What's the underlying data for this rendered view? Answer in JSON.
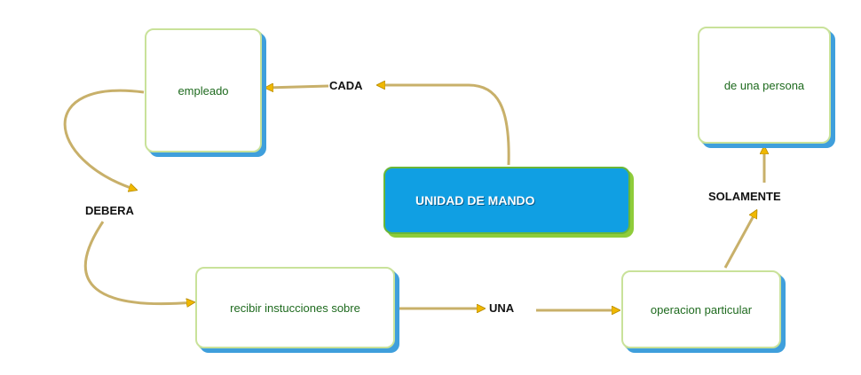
{
  "nodes": {
    "empleado": "empleado",
    "unidad": "UNIDAD DE MANDO",
    "persona": "de una persona",
    "recibir": "recibir instucciones sobre",
    "operacion": "operacion particular"
  },
  "links": {
    "cada": "CADA",
    "debera": "DEBERA",
    "una": "UNA",
    "solamente": "SOLAMENTE"
  },
  "colors": {
    "connector": "#c8b06a",
    "arrowhead": "#f0b800",
    "main_fill": "#109fe3",
    "node_border": "#c9e29a",
    "node_shadow": "#3f9fdc",
    "node_text": "#1e6a1e"
  }
}
